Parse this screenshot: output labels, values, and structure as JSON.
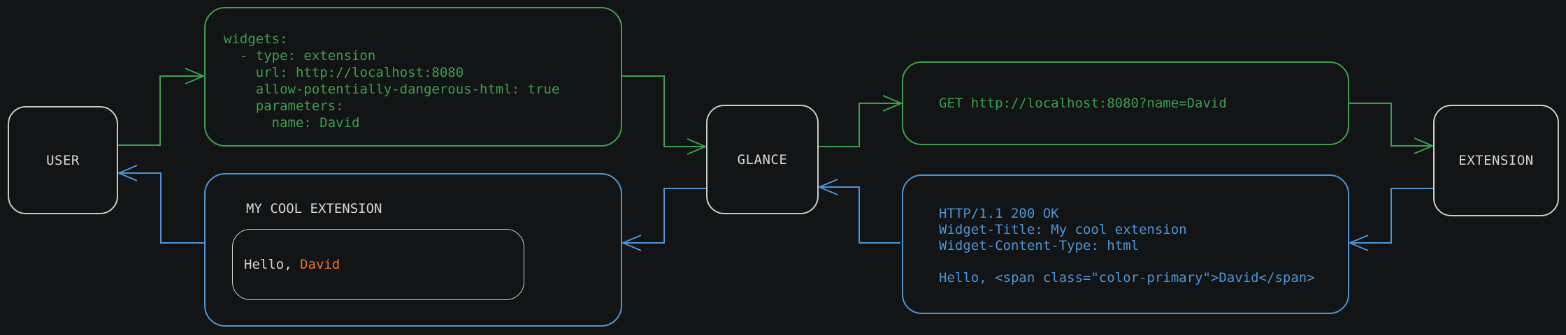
{
  "colors": {
    "background": "#131415",
    "request-green": "#3f9e4f",
    "response-blue": "#4e95d6",
    "accent-orange": "#e8722c",
    "text-gray": "#d6d6d6",
    "border-gray": "#c9cccb"
  },
  "nodes": {
    "user": {
      "label": "USER"
    },
    "glance": {
      "label": "GLANCE"
    },
    "extension": {
      "label": "EXTENSION"
    }
  },
  "config_box": {
    "lines": [
      "widgets:",
      "  - type: extension",
      "    url: http://localhost:8080",
      "    allow-potentially-dangerous-html: true",
      "    parameters:",
      "      name: David"
    ]
  },
  "request_box": {
    "text": "GET http://localhost:8080?name=David"
  },
  "response_box": {
    "lines": [
      "HTTP/1.1 200 OK",
      "Widget-Title: My cool extension",
      "Widget-Content-Type: html",
      "",
      "Hello, <span class=\"color-primary\">David</span>"
    ]
  },
  "widget_box": {
    "title": "MY COOL EXTENSION",
    "greeting_prefix": "Hello, ",
    "greeting_name": "David"
  }
}
